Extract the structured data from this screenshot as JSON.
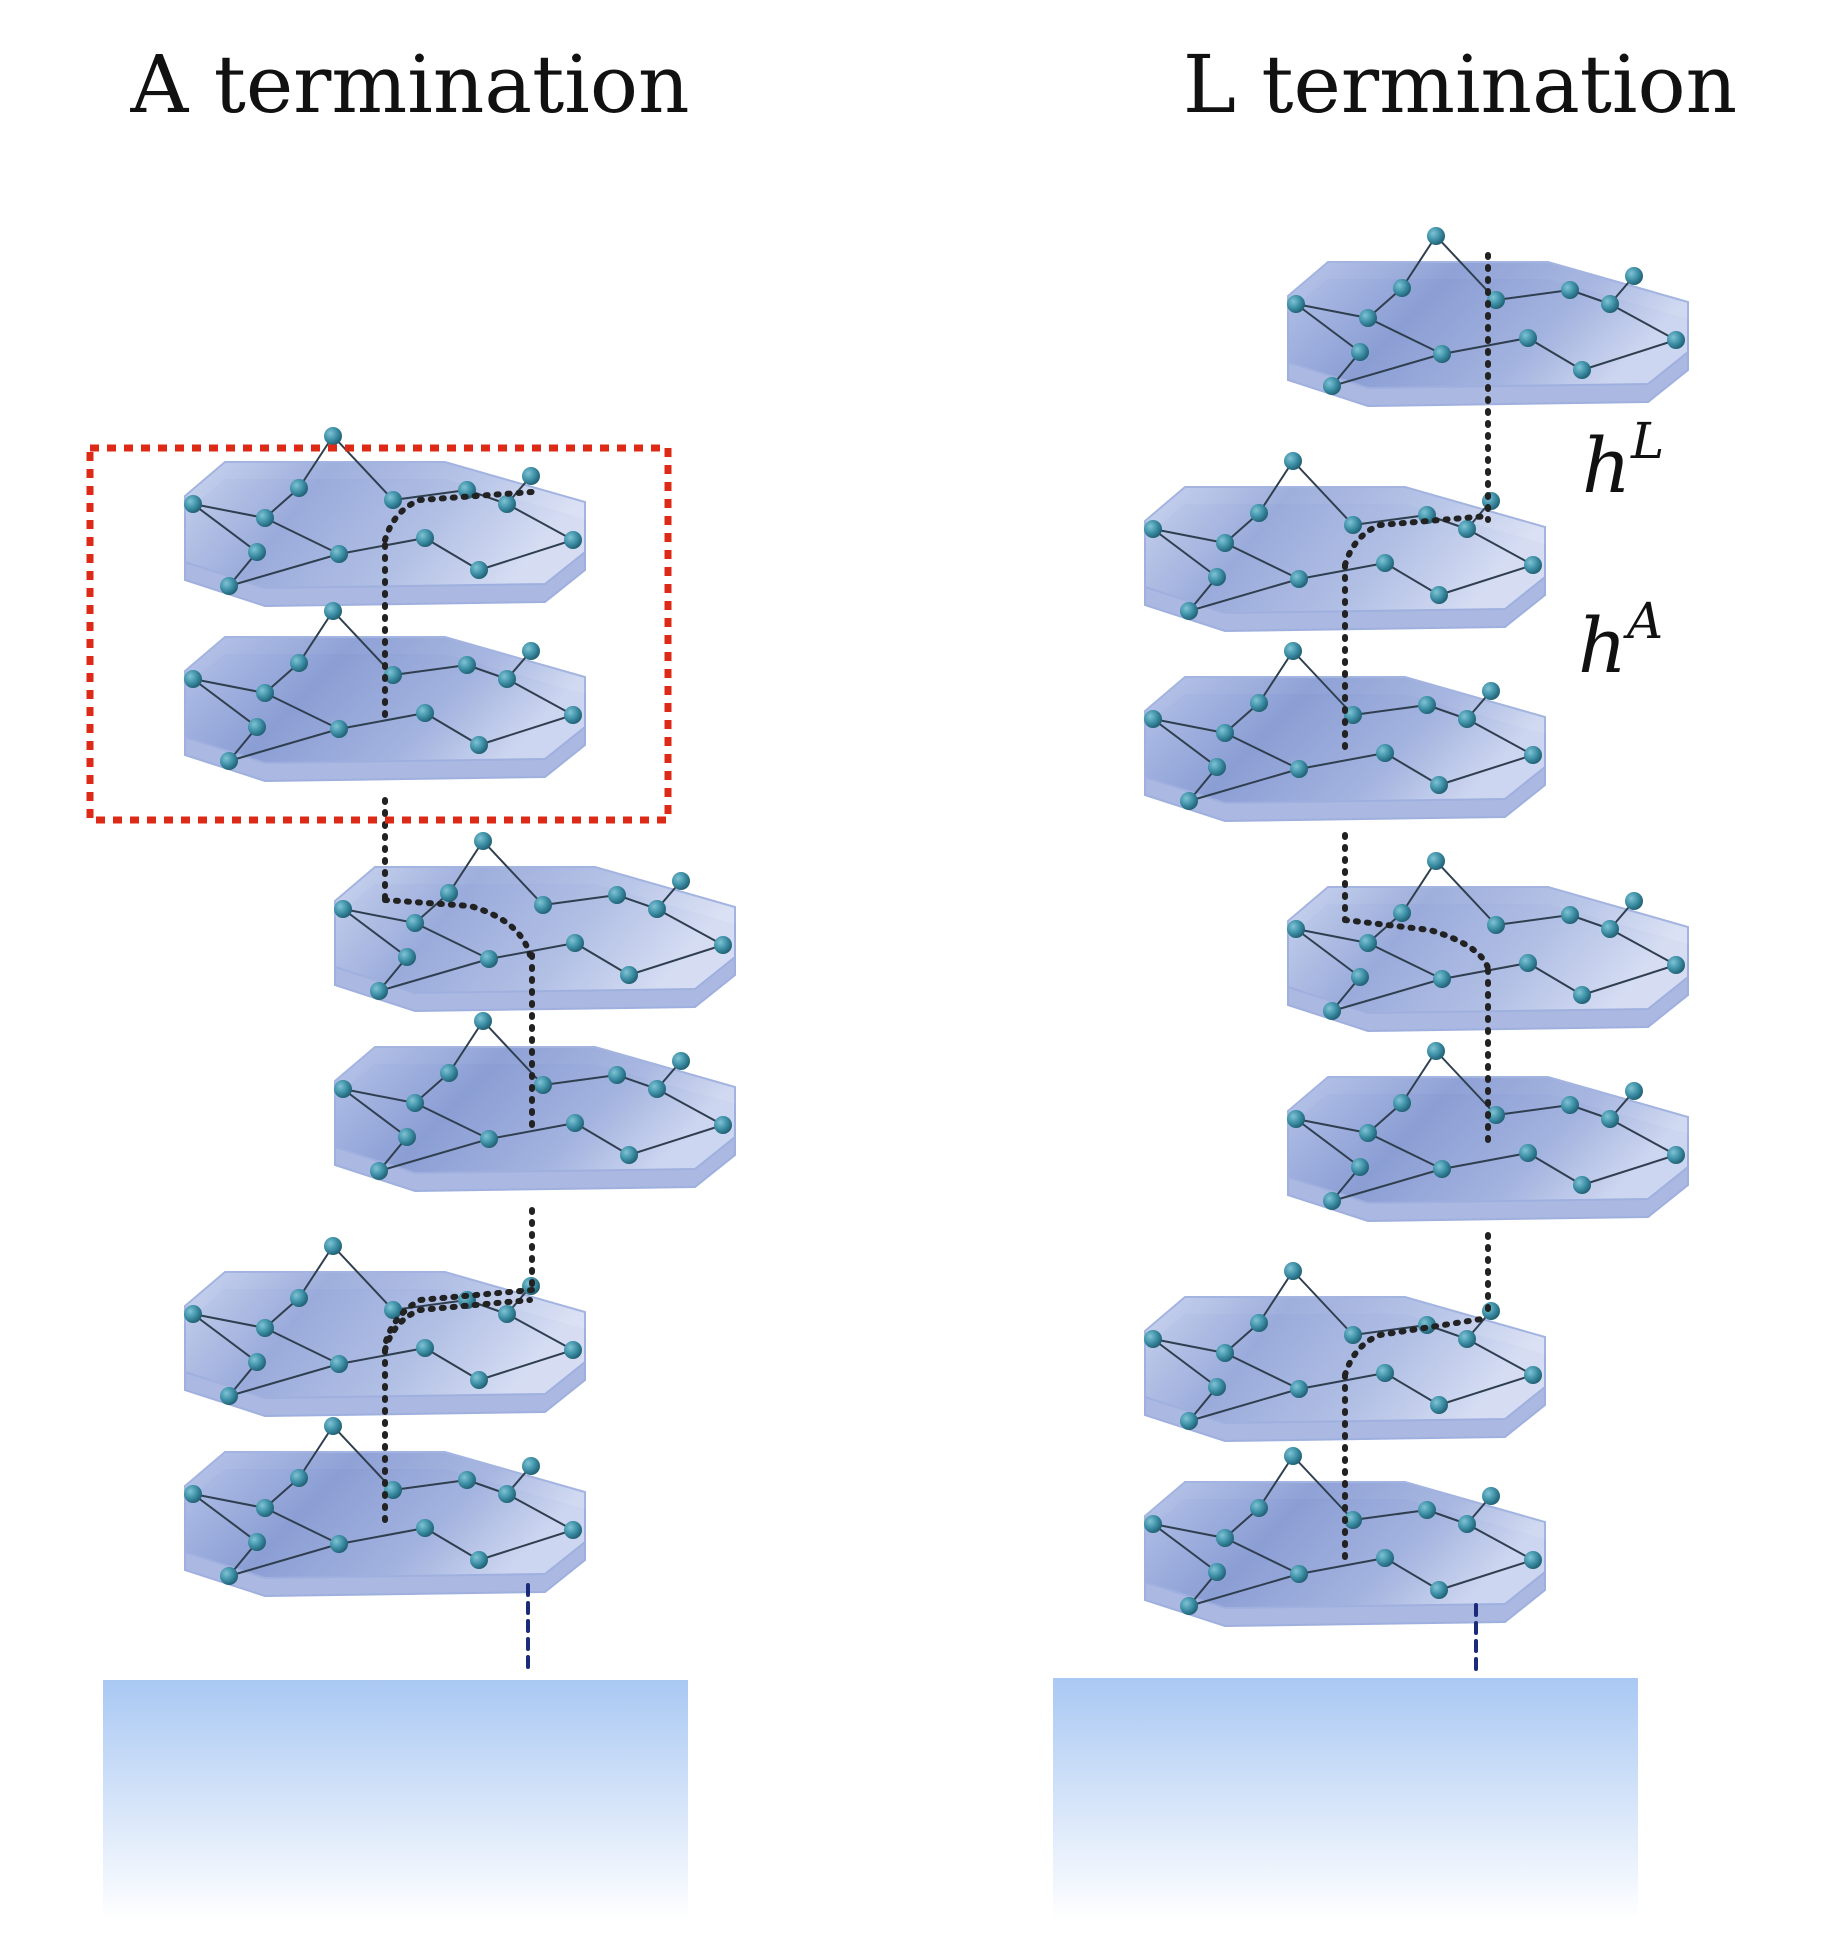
{
  "panels": [
    {
      "id": "A",
      "title": "A  termination"
    },
    {
      "id": "L",
      "title": "L  termination"
    }
  ],
  "labels": {
    "hL": {
      "base": "h",
      "sup": "L"
    },
    "hA": {
      "base": "h",
      "sup": "A"
    }
  },
  "colors": {
    "sheet_light": "#c7d3ef",
    "sheet_dark": "#8a9dd4",
    "sheet_edge": "#9fb0df",
    "atom": "#3d8fa6",
    "atom_dark": "#1f5d70",
    "bond": "#2f3f4f",
    "link": "#222222",
    "box": "#dd2a16",
    "substrate_top": "#a9c8f3",
    "substrate_bottom": "#ffffff",
    "substrate_link": "#1c2a7a"
  },
  "panel_layout": {
    "A": {
      "stagger": [
        "left",
        "left",
        "right",
        "right",
        "left",
        "left"
      ],
      "highlight_top_pair": true
    },
    "L": {
      "stagger": [
        "right",
        "left",
        "left",
        "right",
        "right",
        "left",
        "left"
      ],
      "highlight_top_pair": false
    }
  }
}
